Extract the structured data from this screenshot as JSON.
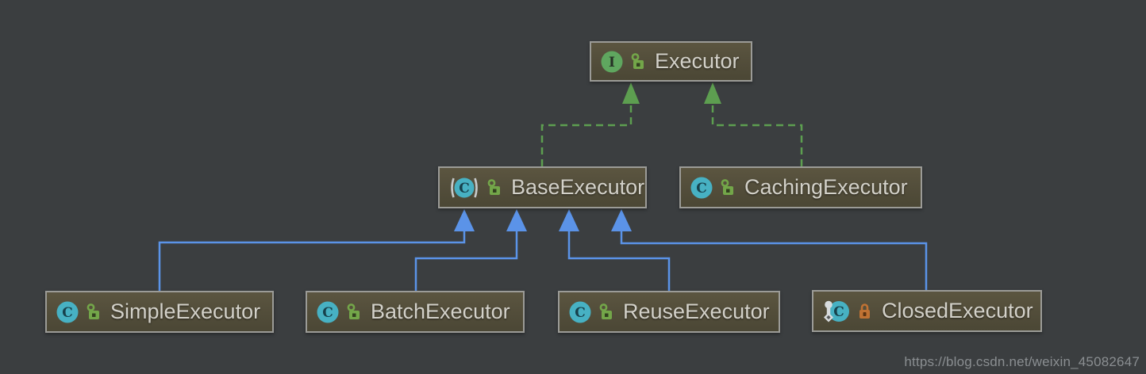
{
  "diagram": {
    "type": "uml-class-hierarchy",
    "tool_style": "intellij-darcula"
  },
  "colors": {
    "canvas_bg": "#3b3e40",
    "node_fill": "#524d3a",
    "node_border": "#9b9b97",
    "label_text": "#d3d1c9",
    "extends_edge": "#5b93e8",
    "implements_edge": "#5d9e50",
    "interface_icon": "#5fa75f",
    "class_icon": "#47b1c3",
    "public_lock": "#73a649",
    "private_lock": "#c07233",
    "watermark_text": "#8a8e91"
  },
  "nodes": {
    "executor": {
      "label": "Executor",
      "kind": "interface",
      "visibility": "public",
      "icon_letter": "I"
    },
    "base_executor": {
      "label": "BaseExecutor",
      "kind": "abstract-class",
      "visibility": "public",
      "icon_letter": "C"
    },
    "caching_executor": {
      "label": "CachingExecutor",
      "kind": "class",
      "visibility": "public",
      "icon_letter": "C"
    },
    "simple_executor": {
      "label": "SimpleExecutor",
      "kind": "class",
      "visibility": "public",
      "icon_letter": "C"
    },
    "batch_executor": {
      "label": "BatchExecutor",
      "kind": "class",
      "visibility": "public",
      "icon_letter": "C"
    },
    "reuse_executor": {
      "label": "ReuseExecutor",
      "kind": "class",
      "visibility": "public",
      "icon_letter": "C"
    },
    "closed_executor": {
      "label": "ClosedExecutor",
      "kind": "inner-class-with-key",
      "visibility": "private",
      "icon_letter": "C"
    }
  },
  "edges": [
    {
      "from": "BaseExecutor",
      "to": "Executor",
      "relation": "implements",
      "line": "dashed-green"
    },
    {
      "from": "CachingExecutor",
      "to": "Executor",
      "relation": "implements",
      "line": "dashed-green"
    },
    {
      "from": "SimpleExecutor",
      "to": "BaseExecutor",
      "relation": "extends",
      "line": "solid-blue"
    },
    {
      "from": "BatchExecutor",
      "to": "BaseExecutor",
      "relation": "extends",
      "line": "solid-blue"
    },
    {
      "from": "ReuseExecutor",
      "to": "BaseExecutor",
      "relation": "extends",
      "line": "solid-blue"
    },
    {
      "from": "ClosedExecutor",
      "to": "BaseExecutor",
      "relation": "extends",
      "line": "solid-blue"
    }
  ],
  "watermark": {
    "text": "https://blog.csdn.net/weixin_45082647"
  }
}
